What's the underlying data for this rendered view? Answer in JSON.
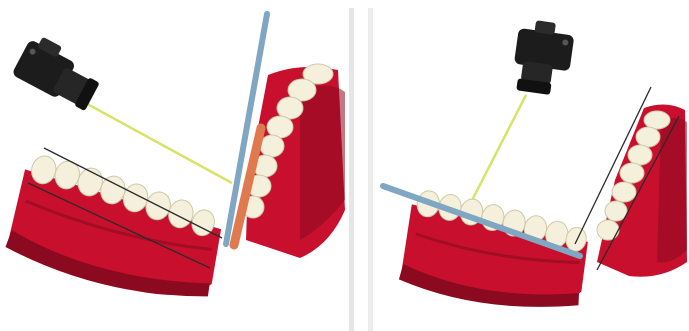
{
  "figure": {
    "panels": [
      {
        "id": "left",
        "elements": [
          "camera-icon",
          "beam-line",
          "film-plane",
          "reflector-plate",
          "lower-jaw",
          "upper-jaw",
          "tooth-axis-line",
          "occlusal-plane-line"
        ]
      },
      {
        "id": "right",
        "elements": [
          "camera-icon",
          "beam-line",
          "film-plane",
          "lower-jaw",
          "upper-jaw",
          "tooth-axis-line",
          "occlusal-plane-line"
        ]
      }
    ],
    "colors": {
      "gum": "#c8102e",
      "gum_dark": "#8b0a1f",
      "tooth": "#f4f0dc",
      "tooth_shadow": "#cfc8a8",
      "beam": "#d8e36a",
      "film": "#7fa6c2",
      "reflector": "#e07a4e",
      "guide_line": "#2a2a2a",
      "camera_body": "#1c1c1c"
    }
  }
}
